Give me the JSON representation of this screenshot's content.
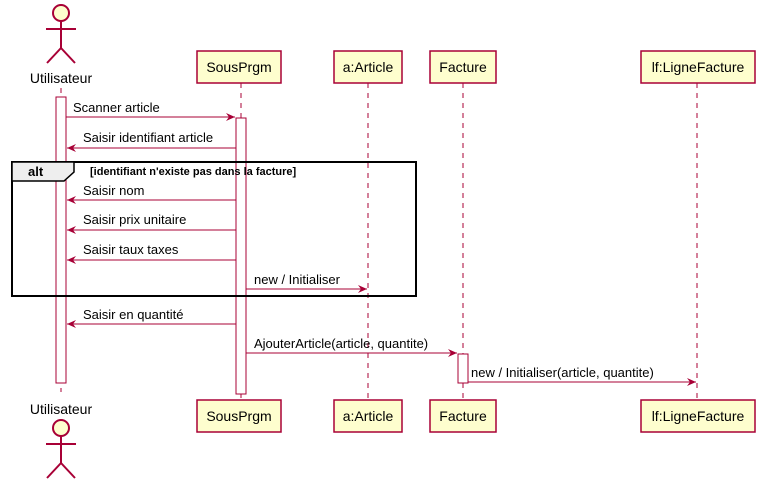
{
  "diagram": {
    "type": "sequence",
    "colors": {
      "arrow": "#A80036",
      "participant_fill": "#FEFECE",
      "participant_border": "#A80036",
      "activation_fill": "#FFFFFF",
      "fragment_border": "#000000"
    },
    "actor": {
      "name": "Utilisateur"
    },
    "participants": [
      {
        "name": "SousPrgm"
      },
      {
        "name": "a:Article"
      },
      {
        "name": "Facture"
      },
      {
        "name": "lf:LigneFacture"
      }
    ],
    "fragment": {
      "keyword": "alt",
      "condition": "[identifiant n'existe pas dans la facture]"
    },
    "messages": [
      "Scanner article",
      "Saisir identifiant article",
      "Saisir nom",
      "Saisir prix unitaire",
      "Saisir taux taxes",
      "new / Initialiser",
      "Saisir en quantité",
      "AjouterArticle(article, quantite)",
      "new / Initialiser(article, quantite)"
    ]
  }
}
